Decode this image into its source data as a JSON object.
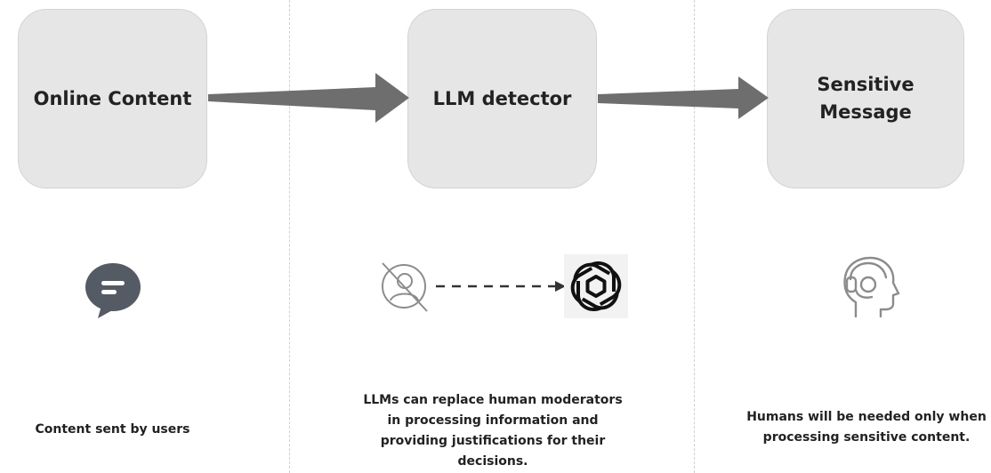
{
  "stages": [
    {
      "title": "Online Content",
      "caption": "Content sent by users",
      "icon": "chat-bubble-icon"
    },
    {
      "title": "LLM detector",
      "caption": "LLMs can replace human moderators in processing information and providing justifications for their decisions.",
      "icons": [
        "no-human-icon",
        "openai-logo-icon"
      ]
    },
    {
      "title": "Sensitive\nMessage",
      "caption": "Humans will be needed only when processing sensitive content.",
      "icon": "human-headset-icon"
    }
  ],
  "colors": {
    "box_fill": "#e6e6e6",
    "arrow": "#6e6e6e",
    "icon_dark": "#555b65",
    "icon_gray": "#8c8c8c",
    "text": "#222222"
  }
}
